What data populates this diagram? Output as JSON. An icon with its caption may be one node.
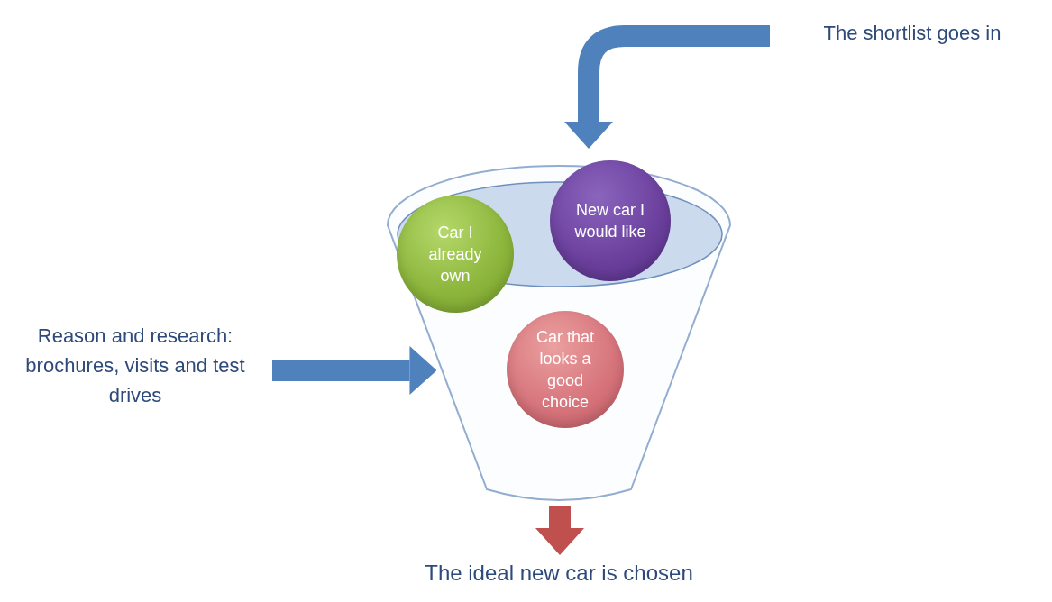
{
  "diagram": {
    "nodes": [
      {
        "text": [],
        "shape": "funnel"
      },
      {
        "text": [
          "Car I already own"
        ],
        "in": 0
      },
      {
        "text": [
          "New car I would like"
        ],
        "in": 0
      },
      {
        "text": [
          "Car that looks a good choice"
        ],
        "in": 0
      },
      {
        "text": [
          "The shortlist goes in"
        ]
      },
      {
        "text": [
          "Reason and research: brochures, visits and test drives"
        ]
      },
      {
        "text": [
          "The ideal new car is chosen"
        ]
      }
    ],
    "edges": [
      {
        "from": 4,
        "to": 0,
        "arrow": "to"
      },
      {
        "from": 5,
        "to": 0,
        "arrow": "to"
      },
      {
        "from": 0,
        "to": 6,
        "arrow": "to",
        "color": "#c0504d"
      }
    ]
  }
}
